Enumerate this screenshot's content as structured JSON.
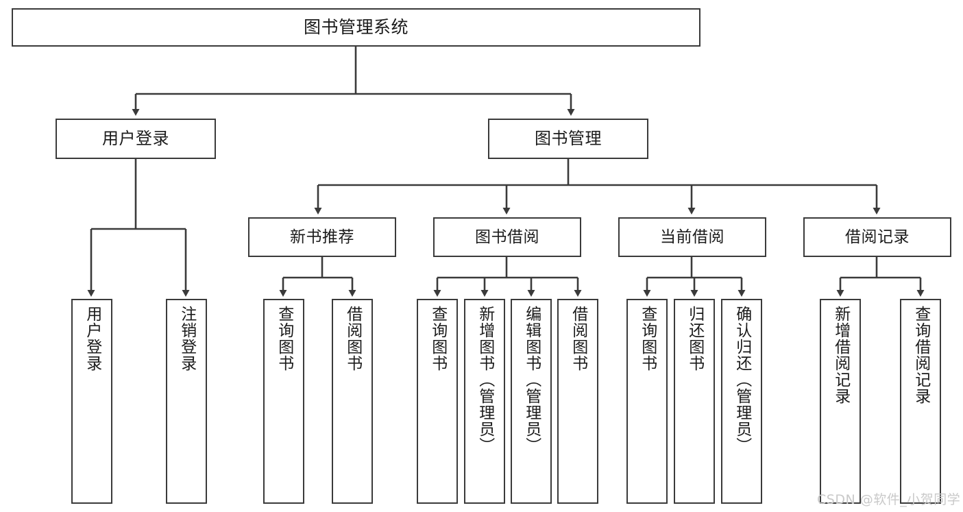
{
  "diagram": {
    "title": "图书管理系统",
    "colors": {
      "stroke": "#3a3a3a",
      "text": "#1b1b1b",
      "background": "#ffffff",
      "watermark": "#c9c9c9"
    },
    "root": {
      "label": "图书管理系统"
    },
    "level1": [
      {
        "label": "用户登录"
      },
      {
        "label": "图书管理"
      }
    ],
    "level2": [
      {
        "label": "新书推荐"
      },
      {
        "label": "图书借阅"
      },
      {
        "label": "当前借阅"
      },
      {
        "label": "借阅记录"
      }
    ],
    "leaves": [
      {
        "label": "用户登录"
      },
      {
        "label": "注销登录"
      },
      {
        "label": "查询图书"
      },
      {
        "label": "借阅图书"
      },
      {
        "label": "查询图书"
      },
      {
        "label": "新增图书（管理员）"
      },
      {
        "label": "编辑图书（管理员）"
      },
      {
        "label": "借阅图书"
      },
      {
        "label": "查询图书"
      },
      {
        "label": "归还图书"
      },
      {
        "label": "确认归还（管理员）"
      },
      {
        "label": "新增借阅记录"
      },
      {
        "label": "查询借阅记录"
      }
    ]
  },
  "watermark": {
    "text": "CSDN @软件_小贺同学"
  }
}
